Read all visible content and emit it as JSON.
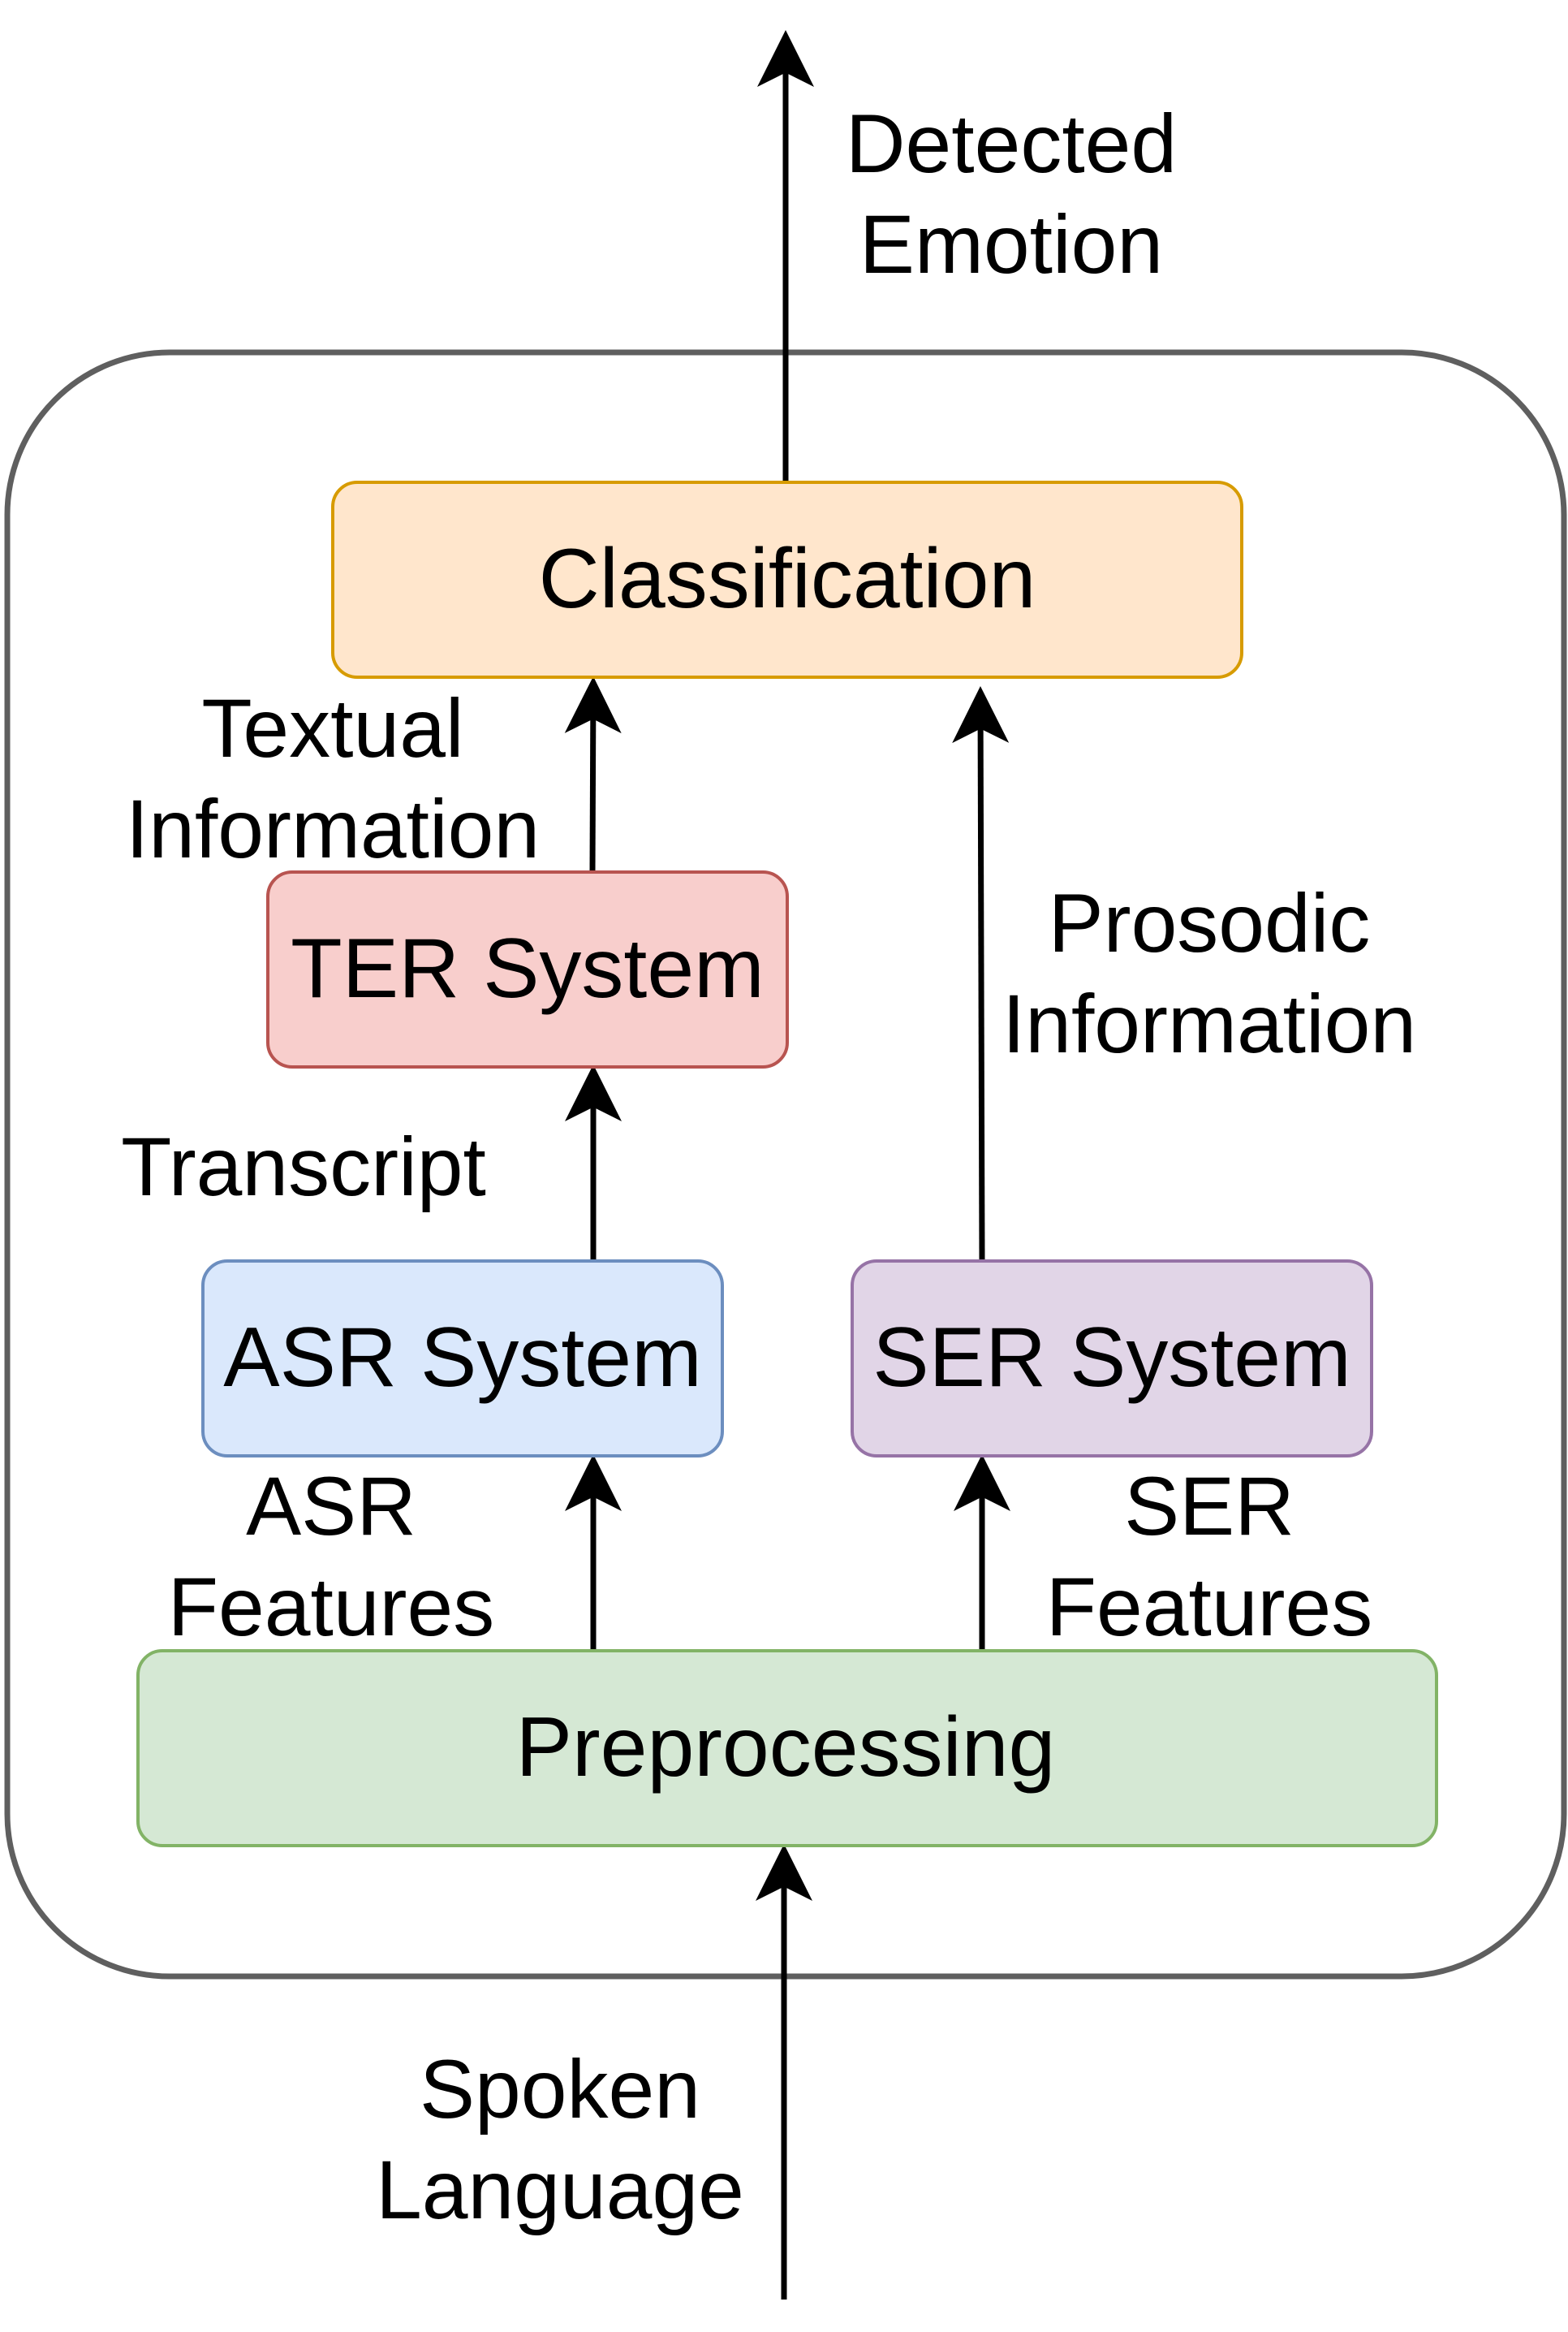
{
  "diagram": {
    "system_boundary": {
      "stroke": "#5f5f5f"
    },
    "nodes": {
      "classification": {
        "label": "Classification",
        "fill": "#ffe6cc",
        "stroke": "#d79b00"
      },
      "ter_system": {
        "label": "TER System",
        "fill": "#f8cecc",
        "stroke": "#b85450"
      },
      "asr_system": {
        "label": "ASR System",
        "fill": "#dae8fc",
        "stroke": "#6c8ebf"
      },
      "ser_system": {
        "label": "SER System",
        "fill": "#e1d5e7",
        "stroke": "#9673a6"
      },
      "preprocessing": {
        "label": "Preprocessing",
        "fill": "#d5e8d4",
        "stroke": "#82b366"
      }
    },
    "edge_labels": {
      "detected_emotion": {
        "line1": "Detected",
        "line2": "Emotion"
      },
      "textual_information": {
        "line1": "Textual",
        "line2": "Information"
      },
      "prosodic_information": {
        "line1": "Prosodic",
        "line2": "Information"
      },
      "transcript": {
        "line1": "Transcript"
      },
      "asr_features": {
        "line1": "ASR",
        "line2": "Features"
      },
      "ser_features": {
        "line1": "SER",
        "line2": "Features"
      },
      "spoken_language": {
        "line1": "Spoken",
        "line2": "Language"
      }
    },
    "edges": [
      {
        "from": "input",
        "to": "preprocessing"
      },
      {
        "from": "preprocessing",
        "to": "asr_system"
      },
      {
        "from": "preprocessing",
        "to": "ser_system"
      },
      {
        "from": "asr_system",
        "to": "ter_system"
      },
      {
        "from": "ter_system",
        "to": "classification"
      },
      {
        "from": "ser_system",
        "to": "classification"
      },
      {
        "from": "classification",
        "to": "output"
      }
    ],
    "arrow_color": "#000000"
  }
}
